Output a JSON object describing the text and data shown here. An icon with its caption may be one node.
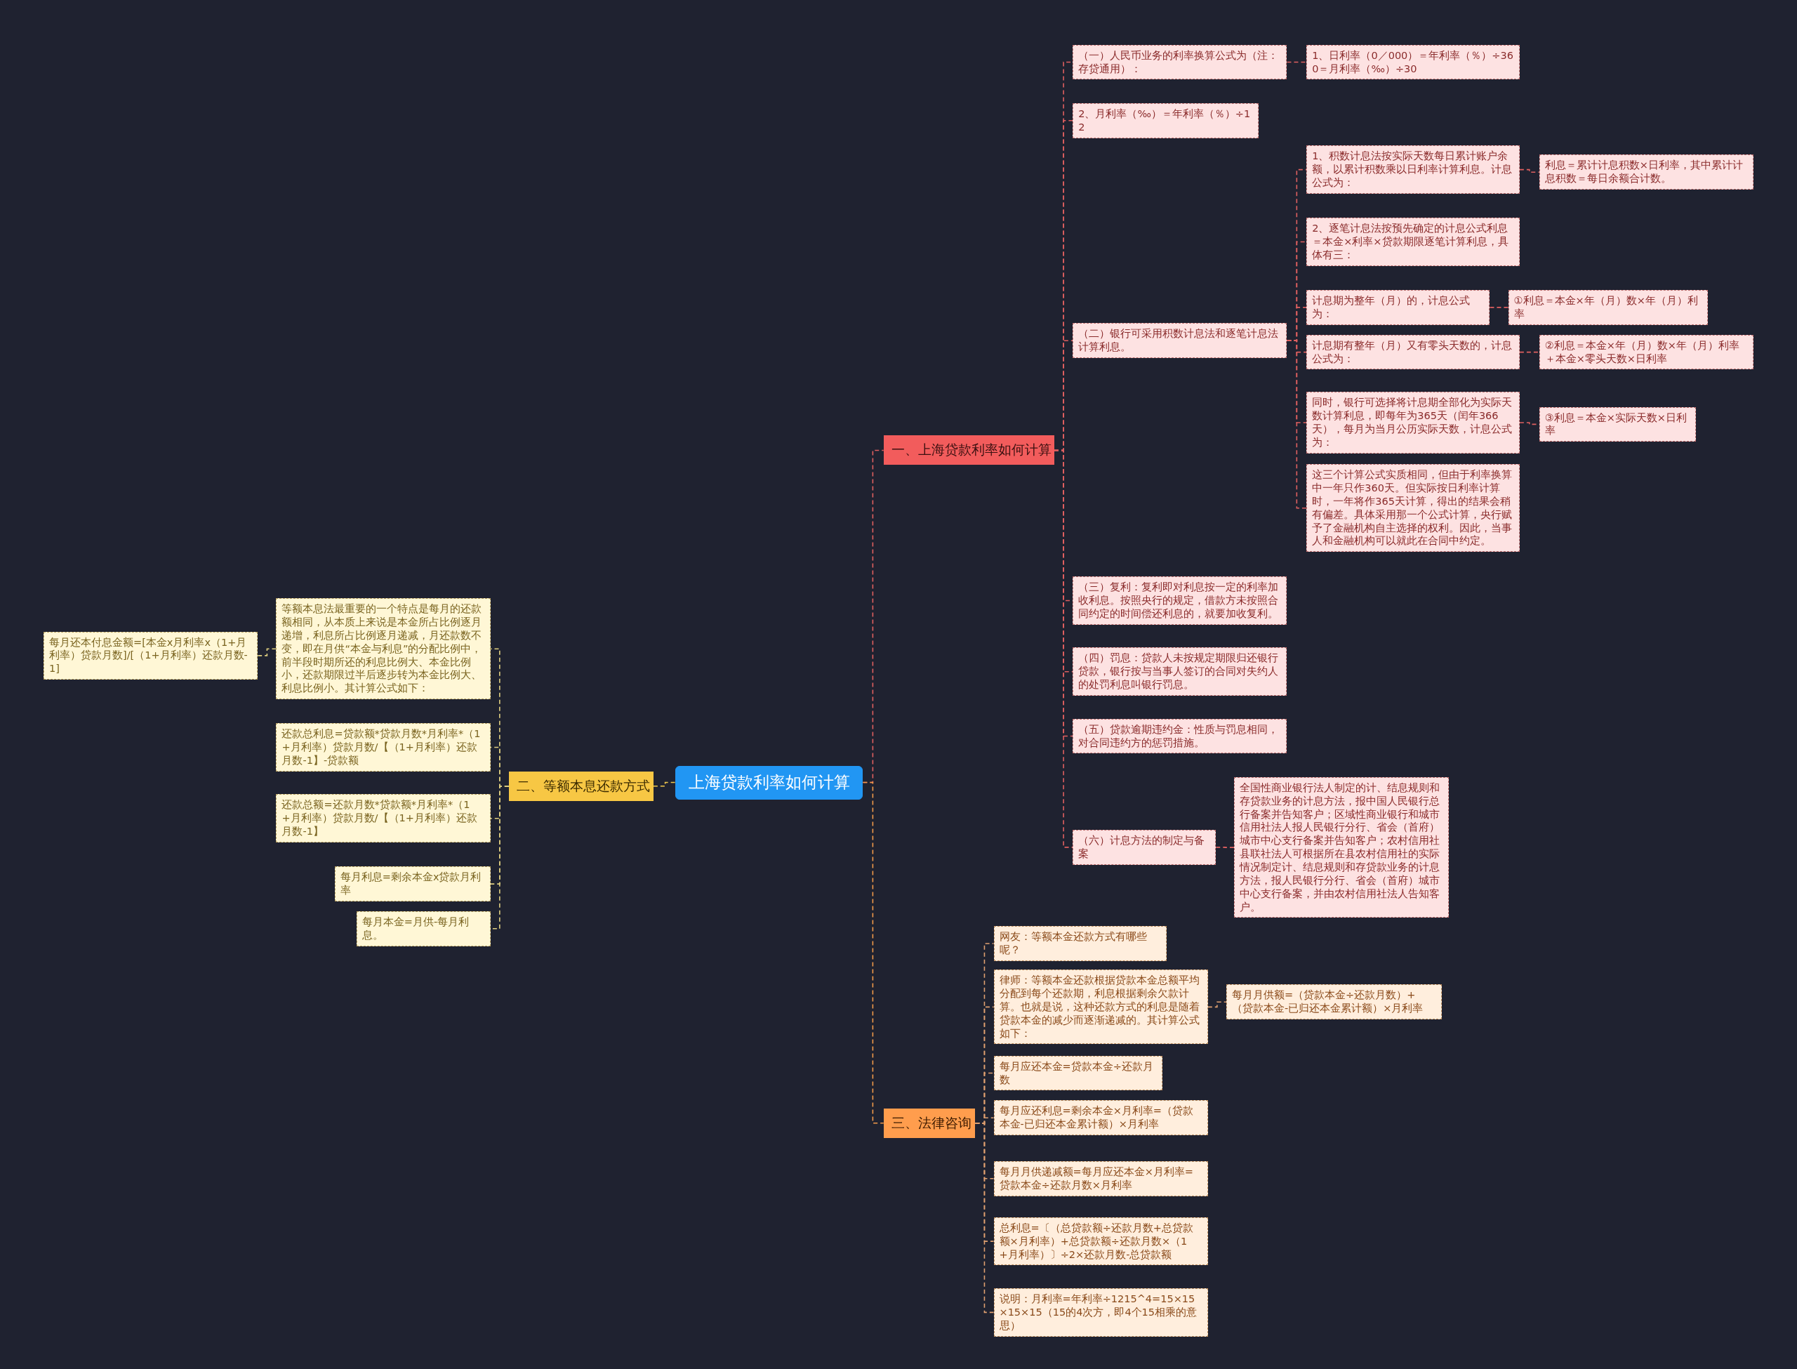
{
  "diagram": {
    "nodes": [
      {
        "text": [
          "上海贷款利率如何计算"
        ]
      },
      {
        "text": [
          "一、上海贷款利率如何计算"
        ]
      },
      {
        "text": [
          "（一）人民币业务的利率换算公式为（注：存贷通用）："
        ]
      },
      {
        "text": [
          "1、日利率（0／000）＝年利率（％）÷360＝月利率（‰）÷30"
        ]
      },
      {
        "text": [
          "2、月利率（‰）＝年利率（％）÷12"
        ]
      },
      {
        "text": [
          "（二）银行可采用积数计息法和逐笔计息法计算利息。"
        ]
      },
      {
        "text": [
          "1、积数计息法按实际天数每日累计账户余额，以累计积数乘以日利率计算利息。计息公式为："
        ]
      },
      {
        "text": [
          "利息＝累计计息积数×日利率，其中累计计息积数＝每日余额合计数。"
        ]
      },
      {
        "text": [
          "2、逐笔计息法按预先确定的计息公式利息＝本金×利率×贷款期限逐笔计算利息，具体有三："
        ]
      },
      {
        "text": [
          "计息期为整年（月）的，计息公式为："
        ]
      },
      {
        "text": [
          "①利息＝本金×年（月）数×年（月）利率"
        ]
      },
      {
        "text": [
          "计息期有整年（月）又有零头天数的，计息公式为："
        ]
      },
      {
        "text": [
          "②利息＝本金×年（月）数×年（月）利率＋本金×零头天数×日利率"
        ]
      },
      {
        "text": [
          "同时，银行可选择将计息期全部化为实际天数计算利息，即每年为365天（闰年366天），每月为当月公历实际天数，计息公式为："
        ]
      },
      {
        "text": [
          "③利息＝本金×实际天数×日利率"
        ]
      },
      {
        "text": [
          "这三个计算公式实质相同，但由于利率换算中一年只作360天。但实际按日利率计算时，一年将作365天计算，得出的结果会稍有偏差。具体采用那一个公式计算，央行赋予了金融机构自主选择的权利。因此，当事人和金融机构可以就此在合同中约定。"
        ]
      },
      {
        "text": [
          "（三）复利：复利即对利息按一定的利率加收利息。按照央行的规定，借款方未按照合同约定的时间偿还利息的，就要加收复利。"
        ]
      },
      {
        "text": [
          "（四）罚息：贷款人未按规定期限归还银行贷款，银行按与当事人签订的合同对失约人的处罚利息叫银行罚息。"
        ]
      },
      {
        "text": [
          "（五）贷款逾期违约金：性质与罚息相同，对合同违约方的惩罚措施。"
        ]
      },
      {
        "text": [
          "（六）计息方法的制定与备案"
        ]
      },
      {
        "text": [
          "全国性商业银行法人制定的计、结息规则和存贷款业务的计息方法，报中国人民银行总行备案并告知客户；区域性商业银行和城市信用社法人报人民银行分行、省会（首府）城市中心支行备案并告知客户；农村信用社县联社法人可根据所在县农村信用社的实际情况制定计、结息规则和存贷款业务的计息方法，报人民银行分行、省会（首府）城市中心支行备案，并由农村信用社法人告知客户。"
        ]
      },
      {
        "text": [
          "三、法律咨询"
        ]
      },
      {
        "text": [
          "网友：等额本金还款方式有哪些呢？"
        ]
      },
      {
        "text": [
          "律师：等额本金还款根据贷款本金总额平均分配到每个还款期，利息根据剩余欠款计算。也就是说，这种还款方式的利息是随着贷款本金的减少而逐渐递减的。其计算公式如下："
        ]
      },
      {
        "text": [
          "每月月供额=（贷款本金÷还款月数）+（贷款本金-已归还本金累计额）×月利率"
        ]
      },
      {
        "text": [
          "每月应还本金=贷款本金÷还款月数"
        ]
      },
      {
        "text": [
          "每月应还利息=剩余本金×月利率=（贷款本金-已归还本金累计额）×月利率"
        ]
      },
      {
        "text": [
          "每月月供递减额=每月应还本金×月利率=贷款本金÷还款月数×月利率"
        ]
      },
      {
        "text": [
          "总利息=〔（总贷款额÷还款月数+总贷款额×月利率）+总贷款额÷还款月数×（1+月利率）〕÷2×还款月数-总贷款额"
        ]
      },
      {
        "text": [
          "说明：月利率=年利率÷1215^4=15×15×15×15（15的4次方，即4个15相乘的意思）"
        ]
      },
      {
        "text": [
          "二、等额本息还款方式"
        ]
      },
      {
        "text": [
          "等额本息法最重要的一个特点是每月的还款额相同，从本质上来说是本金所占比例逐月递增，利息所占比例逐月递减，月还款数不变，即在月供“本金与利息”的分配比例中，前半段时期所还的利息比例大、本金比例小，还款期限过半后逐步转为本金比例大、利息比例小。其计算公式如下："
        ]
      },
      {
        "text": [
          "每月还本付息金额=[本金x月利率x（1+月利率）贷款月数]/[（1+月利率）还款月数-1]"
        ]
      },
      {
        "text": [
          "还款总利息=贷款额*贷款月数*月利率*（1+月利率）贷款月数/【（1+月利率）还款月数-1】-贷款额"
        ]
      },
      {
        "text": [
          "还款总额=还款月数*贷款额*月利率*（1+月利率）贷款月数/【（1+月利率）还款月数-1】"
        ]
      },
      {
        "text": [
          "每月利息=剩余本金x贷款月利率"
        ]
      },
      {
        "text": [
          "每月本金=月供-每月利息。"
        ]
      }
    ],
    "edges": [
      {
        "from": 0,
        "to": 1,
        "arrow": "none"
      },
      {
        "from": 1,
        "to": 2,
        "arrow": "none"
      },
      {
        "from": 2,
        "to": 3,
        "arrow": "none"
      },
      {
        "from": 1,
        "to": 4,
        "arrow": "none"
      },
      {
        "from": 1,
        "to": 5,
        "arrow": "none"
      },
      {
        "from": 5,
        "to": 6,
        "arrow": "none"
      },
      {
        "from": 6,
        "to": 7,
        "arrow": "none"
      },
      {
        "from": 5,
        "to": 8,
        "arrow": "none"
      },
      {
        "from": 5,
        "to": 9,
        "arrow": "none"
      },
      {
        "from": 9,
        "to": 10,
        "arrow": "none"
      },
      {
        "from": 5,
        "to": 11,
        "arrow": "none"
      },
      {
        "from": 11,
        "to": 12,
        "arrow": "none"
      },
      {
        "from": 5,
        "to": 13,
        "arrow": "none"
      },
      {
        "from": 13,
        "to": 14,
        "arrow": "none"
      },
      {
        "from": 5,
        "to": 15,
        "arrow": "none"
      },
      {
        "from": 1,
        "to": 16,
        "arrow": "none"
      },
      {
        "from": 1,
        "to": 17,
        "arrow": "none"
      },
      {
        "from": 1,
        "to": 18,
        "arrow": "none"
      },
      {
        "from": 1,
        "to": 19,
        "arrow": "none"
      },
      {
        "from": 19,
        "to": 20,
        "arrow": "none"
      },
      {
        "from": 0,
        "to": 21,
        "arrow": "none",
        "color": "#f29a4a"
      },
      {
        "from": 21,
        "to": 22,
        "arrow": "none",
        "color": "#e0a070"
      },
      {
        "from": 21,
        "to": 23,
        "arrow": "none",
        "color": "#e0a070"
      },
      {
        "from": 23,
        "to": 24,
        "arrow": "none",
        "color": "#e0a070"
      },
      {
        "from": 21,
        "to": 25,
        "arrow": "none",
        "color": "#e0a070"
      },
      {
        "from": 21,
        "to": 26,
        "arrow": "none",
        "color": "#e0a070"
      },
      {
        "from": 21,
        "to": 27,
        "arrow": "none",
        "color": "#e0a070"
      },
      {
        "from": 21,
        "to": 28,
        "arrow": "none",
        "color": "#e0a070"
      },
      {
        "from": 21,
        "to": 29,
        "arrow": "none",
        "color": "#e0a070"
      },
      {
        "from": 0,
        "to": 30,
        "arrow": "none",
        "color": "#f2c94c"
      },
      {
        "from": 30,
        "to": 31,
        "arrow": "none",
        "color": "#e0cf80"
      },
      {
        "from": 31,
        "to": 32,
        "arrow": "none",
        "color": "#e0cf80"
      },
      {
        "from": 30,
        "to": 33,
        "arrow": "none",
        "color": "#e0cf80"
      },
      {
        "from": 30,
        "to": 34,
        "arrow": "none",
        "color": "#e0cf80"
      },
      {
        "from": 30,
        "to": 35,
        "arrow": "none",
        "color": "#e0cf80"
      },
      {
        "from": 30,
        "to": 36,
        "arrow": "none",
        "color": "#e0cf80"
      }
    ]
  }
}
